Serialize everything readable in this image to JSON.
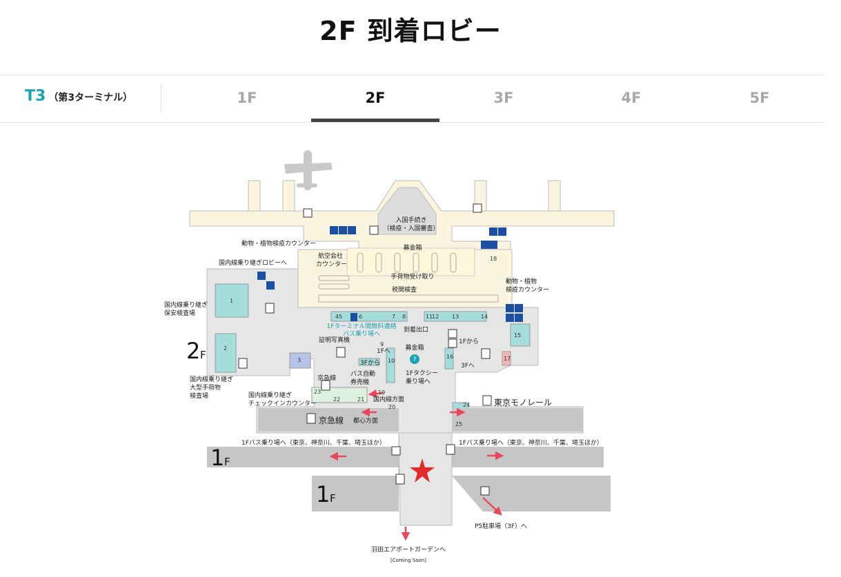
{
  "page_title": "2F 到着ロビー",
  "terminal": {
    "code": "T3",
    "name": "（第3ターミナル）"
  },
  "tabs": [
    {
      "label": "1F",
      "active": false
    },
    {
      "label": "2F",
      "active": true
    },
    {
      "label": "3F",
      "active": false
    },
    {
      "label": "4F",
      "active": false
    },
    {
      "label": "5F",
      "active": false
    }
  ],
  "map": {
    "floor_labels": {
      "main_num": "2",
      "main_suffix": "F",
      "lower_num_a": "1",
      "lower_num_b": "1",
      "lower_suffix": "F"
    },
    "labels": {
      "immigration": "入国手続き",
      "immigration_sub": "（検疫・入国審査）",
      "quarantine_left": "動物・植物検疫カウンター",
      "airline_counter_1": "航空会社",
      "airline_counter_2": "カウンター",
      "donation_box_top": "募金箱",
      "baggage_claim": "手荷物受け取り",
      "customs": "税関検査",
      "quarantine_right_1": "動物・植物",
      "quarantine_right_2": "検疫カウンター",
      "domestic_transfer_lobby": "国内線乗り継ぎロビーへ",
      "domestic_security_1": "国内線乗り継ぎ",
      "domestic_security_2": "保安検査場",
      "free_bus_1": "1Fターミナル間無料連絡",
      "free_bus_2": "バス乗り場へ",
      "arrival_exit": "到着出口",
      "id_photo": "証明写真機",
      "donation_box_mid": "募金箱",
      "to_1f": "1Fへ",
      "from_1f": "1Fから",
      "from_3f": "3Fから",
      "to_3f": "3Fへ",
      "bus_ticket_1": "バス自動",
      "bus_ticket_2": "券売機",
      "taxi_1": "1Fタクシー",
      "taxi_2": "乗り場へ",
      "keikyu_small": "京急線",
      "large_baggage_1": "国内線乗り継ぎ",
      "large_baggage_2": "大型手荷物",
      "large_baggage_3": "検査場",
      "transfer_checkin_1": "国内線乗り継ぎ",
      "transfer_checkin_2": "チェックインカウンター",
      "to_domestic": "国内線方面",
      "keikyu_big": "京急線",
      "to_city": "都心方面",
      "monorail": "東京モノレール",
      "bus_left": "1Fバス乗り場へ（東京、神奈川、千葉、埼玉ほか）",
      "bus_right": "1Fバス乗り場へ（東京、神奈川、千葉、埼玉ほか）",
      "garden": "羽田エアポートガーデンへ",
      "garden_note": "[Coming Soon]",
      "parking": "P5駐車場（3F）へ"
    },
    "counter_numbers": [
      "1",
      "2",
      "3",
      "45",
      "6",
      "7",
      "8",
      "9",
      "10",
      "11",
      "12",
      "13",
      "14",
      "15",
      "16",
      "17",
      "18",
      "19",
      "20",
      "21",
      "22",
      "23",
      "24",
      "25"
    ],
    "colors": {
      "accent": "#1aa3b3",
      "restricted_area": "#fbf5df",
      "public_area": "#e6e6e6",
      "road": "#c6c6c6",
      "counter": "#a5dcdc",
      "counter_purple": "#b7c3e8",
      "counter_pink": "#f3b5b5",
      "marker": "#e32b2b",
      "arrow": "#e8485a",
      "icon_blue": "#1b4fa3"
    },
    "current_location_marker": "red-star-icon"
  }
}
